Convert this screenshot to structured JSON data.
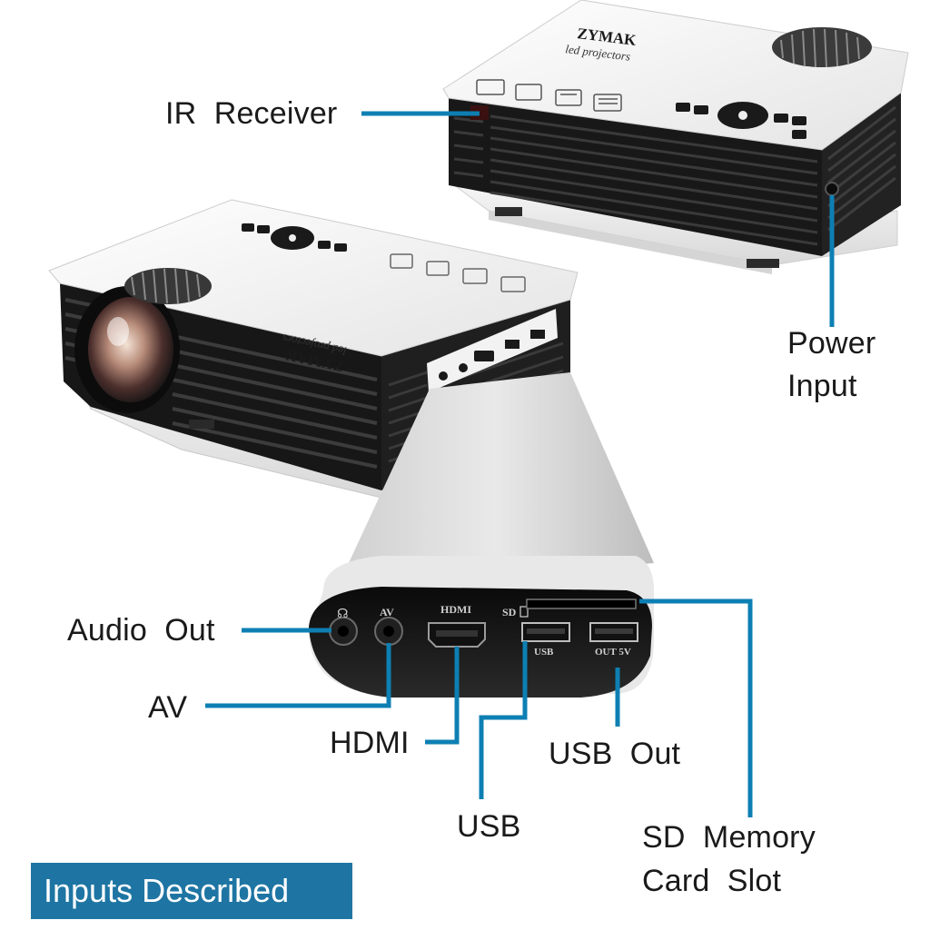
{
  "title": "Inputs Described",
  "colors": {
    "leader_line": "#0d7fb3",
    "title_background": "#1e75a3",
    "projector_shell": "#f4f4f4",
    "projector_vents": "#1c1c1c"
  },
  "brand": {
    "name": "ZYMAK",
    "tagline": "led projectors"
  },
  "panel_labels": {
    "headphone_symbol": "☊",
    "av": "AV",
    "hdmi": "HDMI",
    "sd": "SD",
    "usb": "USB",
    "out_5v": "OUT 5V"
  },
  "callouts": {
    "ir_receiver": "IR  Receiver",
    "power_input_line1": "Power",
    "power_input_line2": "Input",
    "audio_out": "Audio  Out",
    "av": "AV",
    "hdmi": "HDMI",
    "usb": "USB",
    "usb_out": "USB  Out",
    "sd_slot_line1": "SD  Memory",
    "sd_slot_line2": "Card  Slot"
  }
}
